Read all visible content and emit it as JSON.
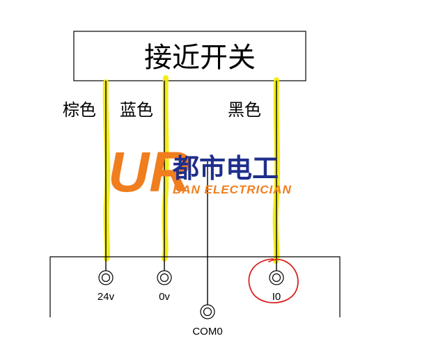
{
  "title": "接近开关",
  "wire_labels": {
    "brown": "棕色",
    "blue": "蓝色",
    "black": "黑色"
  },
  "terminals": {
    "t24v": "24v",
    "t0v": "0v",
    "tI0": "I0",
    "tCOM0": "COM0"
  },
  "watermark": {
    "mark": "UR",
    "chinese": "都市电工",
    "english": "BAN ELECTRICIAN"
  },
  "colors": {
    "wire": "#000000",
    "highlight": "#f2ea00",
    "annotation_circle": "#d9231f",
    "logo_blue": "#1f2e8c",
    "logo_orange": "#f07d1e"
  }
}
